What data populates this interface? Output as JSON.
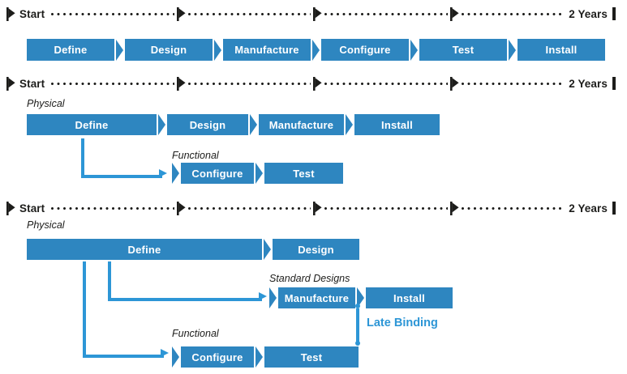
{
  "colors": {
    "box_blue": "#2e86c0",
    "arrow_blue": "#2d96d6",
    "ink": "#1d1d1b"
  },
  "timeline": {
    "start_label": "Start",
    "end_label": "2 Years"
  },
  "section1": {
    "phases": [
      "Define",
      "Design",
      "Manufacture",
      "Configure",
      "Test",
      "Install"
    ]
  },
  "section2": {
    "physical_label": "Physical",
    "physical_phases": [
      "Define",
      "Design",
      "Manufacture",
      "Install"
    ],
    "functional_label": "Functional",
    "functional_phases": [
      "Configure",
      "Test"
    ]
  },
  "section3": {
    "physical_label": "Physical",
    "physical_phases": [
      "Define",
      "Design"
    ],
    "standard_designs_label": "Standard Designs",
    "standard_designs_phases": [
      "Manufacture",
      "Install"
    ],
    "functional_label": "Functional",
    "functional_phases": [
      "Configure",
      "Test"
    ],
    "late_binding_label": "Late Binding"
  }
}
